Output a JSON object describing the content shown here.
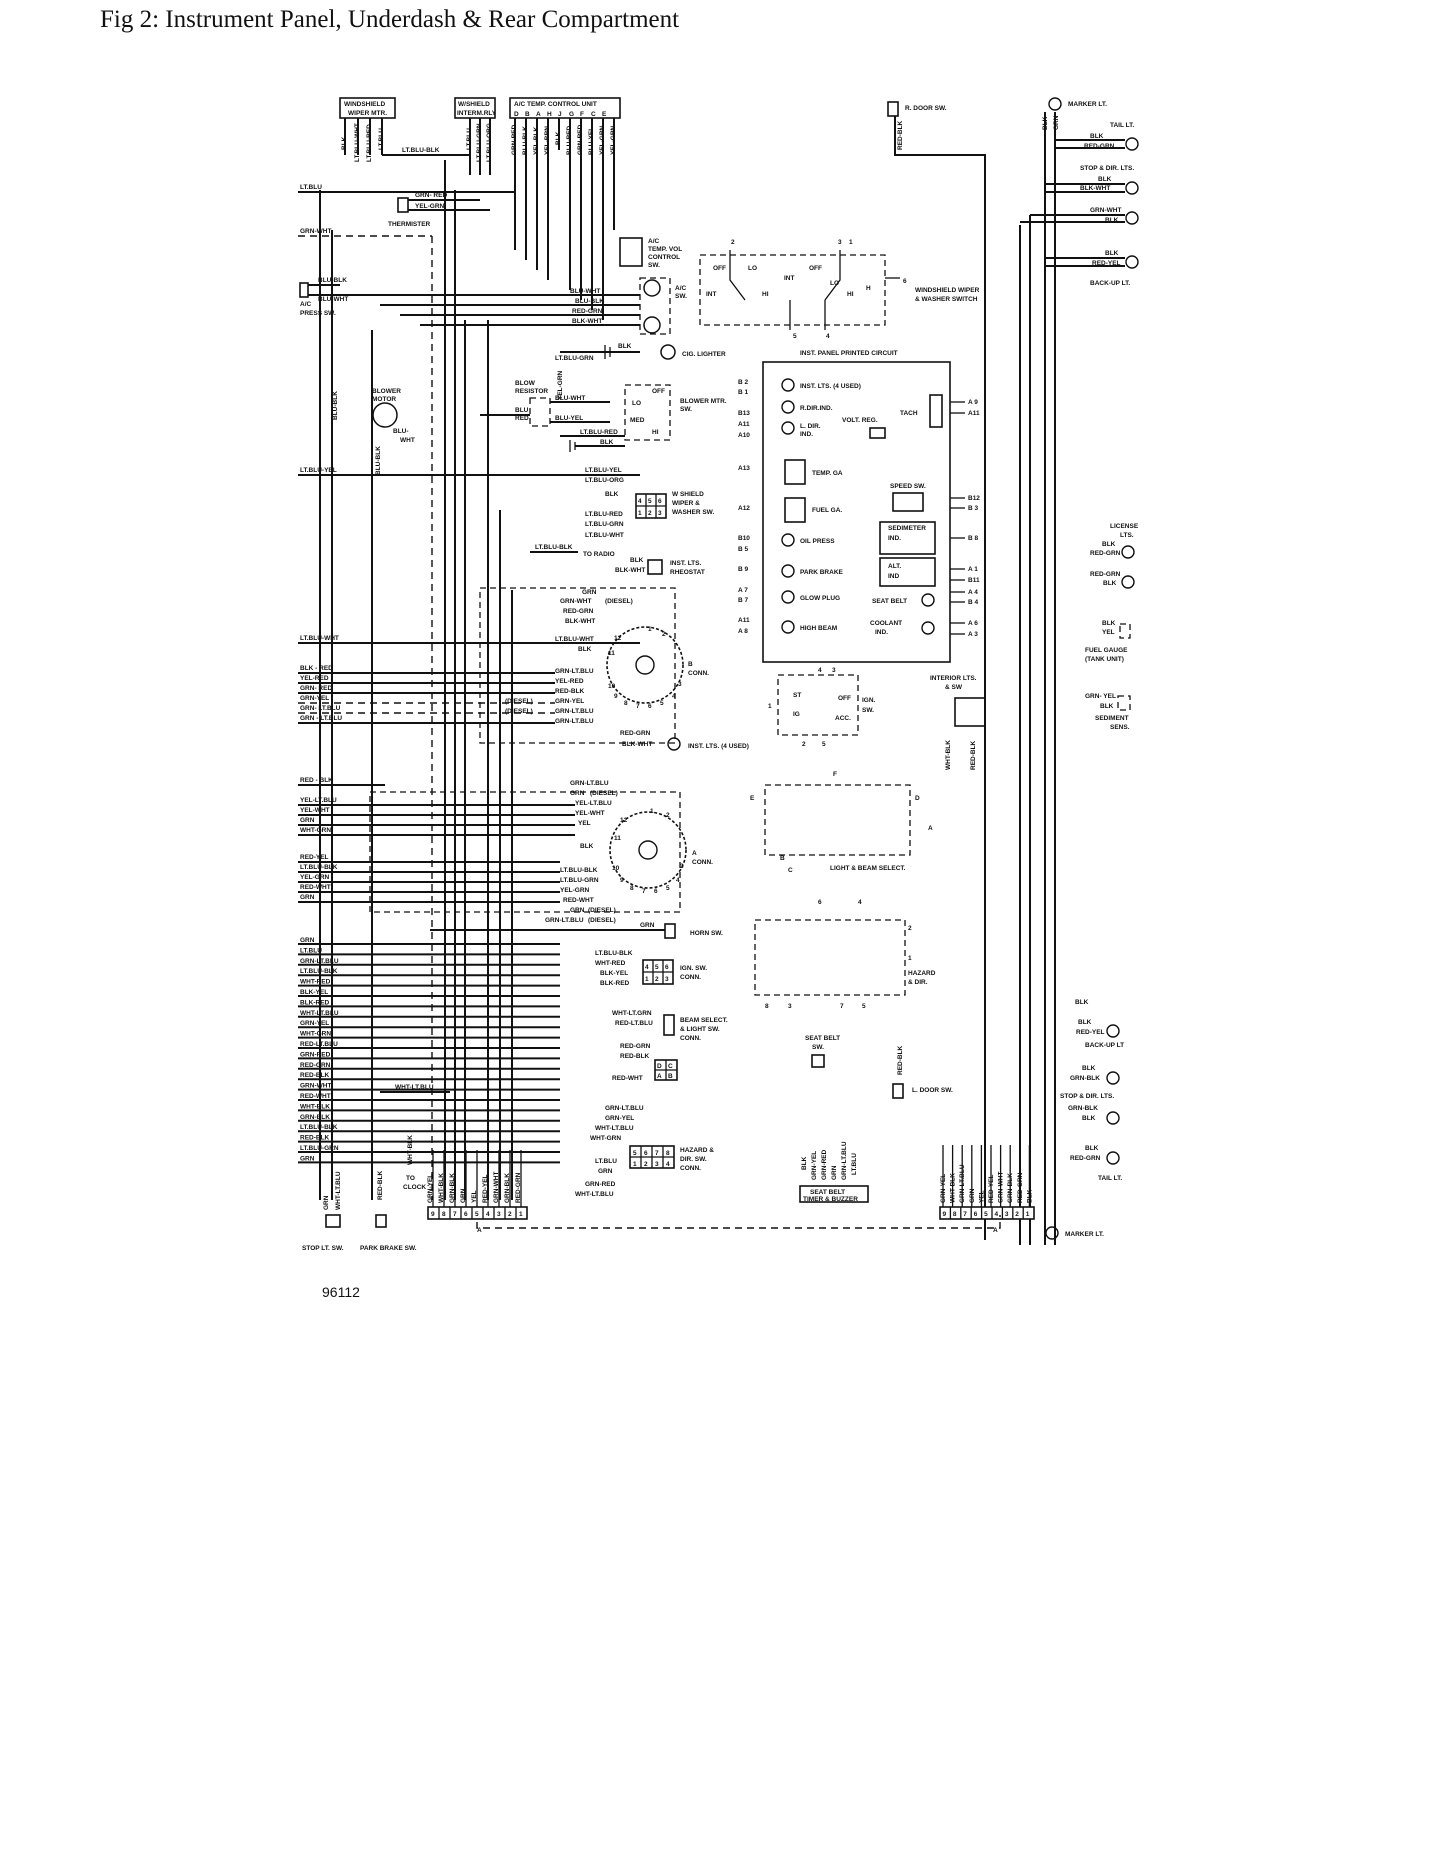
{
  "figure": {
    "title": "Fig 2: Instrument Panel, Underdash & Rear Compartment",
    "figure_id": "96112"
  },
  "components": {
    "windshield_wiper_mtr": [
      "WINDSHIELD",
      "WIPER MTR."
    ],
    "wshield_interm_rly": [
      "W/SHIELD",
      "INTERM.RLY"
    ],
    "ac_temp_control_unit": "A/C TEMP. CONTROL UNIT",
    "r_door_sw": "R. DOOR SW.",
    "marker_lt_top": "MARKER LT.",
    "tail_lt_top": "TAIL LT.",
    "stop_dir_lts_top": "STOP & DIR. LTS.",
    "back_up_lt_top": "BACK-UP LT.",
    "thermister": "THERMISTER",
    "ac_temp_vol_control_sw": [
      "A/C",
      "TEMP. VOL",
      "CONTROL",
      "SW."
    ],
    "ac_sw": [
      "A/C",
      "SW."
    ],
    "ac_press_sw": [
      "A/C",
      "PRESS SW."
    ],
    "windshield_wiper_washer_switch": [
      "WINDSHIELD WIPER",
      "& WASHER SWITCH"
    ],
    "cig_lighter": "CIG. LIGHTER",
    "inst_panel_printed_circuit": "INST. PANEL PRINTED CIRCUIT",
    "blower_motor": [
      "BLOWER",
      "MOTOR"
    ],
    "blow_resistor": [
      "BLOW",
      "RESISTOR"
    ],
    "blower_mtr_sw": [
      "BLOWER MTR.",
      "SW."
    ],
    "w_shield_wiper_washer_sw": [
      "W SHIELD",
      "WIPER &",
      "WASHER SW."
    ],
    "to_radio": "TO RADIO",
    "inst_lts_rheostat": [
      "INST. LTS.",
      "RHEOSTAT"
    ],
    "b_conn": [
      "B",
      "CONN."
    ],
    "inst_lts_4_used": "INST. LTS. (4 USED)",
    "ign_sw": [
      "IGN.",
      "SW."
    ],
    "interior_lts_sw": [
      "INTERIOR LTS.",
      "& SW"
    ],
    "fuel_gauge_tank_unit": [
      "FUEL GAUGE",
      "(TANK UNIT)"
    ],
    "sediment_sens": [
      "SEDIMENT",
      "SENS."
    ],
    "license_lts": [
      "LICENSE",
      "LTS."
    ],
    "light_beam_select": "LIGHT & BEAM SELECT.",
    "a_conn": [
      "A",
      "CONN."
    ],
    "horn_sw": "HORN SW.",
    "hazard_dir": [
      "HAZARD",
      "& DIR."
    ],
    "ign_sw_conn": [
      "IGN. SW.",
      "CONN."
    ],
    "beam_select_light_sw_conn": [
      "BEAM SELECT.",
      "& LIGHT SW.",
      "CONN."
    ],
    "seat_belt_sw": [
      "SEAT BELT",
      "SW."
    ],
    "l_door_sw": "L. DOOR SW.",
    "back_up_lt_bottom": "BACK-UP LT",
    "stop_dir_lts_bottom": "STOP & DIR. LTS.",
    "hazard_dir_sw_conn": [
      "HAZARD &",
      "DIR. SW.",
      "CONN."
    ],
    "to_clock": [
      "TO",
      "CLOCK"
    ],
    "seat_belt_timer_buzzer": [
      "SEAT BELT",
      "TIMER & BUZZER"
    ],
    "tail_lt_bottom": "TAIL LT.",
    "marker_lt_bottom": "MARKER LT.",
    "stop_lt_sw": "STOP LT. SW.",
    "park_brake_sw": "PARK BRAKE SW."
  },
  "cluster": {
    "inst_lts_4_used": "INST. LTS. (4 USED)",
    "r_dir_ind": "R.DIR.IND.",
    "l_dir_ind": [
      "L. DIR.",
      "IND."
    ],
    "volt_reg": "VOLT. REG.",
    "tach": "TACH",
    "temp_ga": "TEMP. GA",
    "fuel_ga": "FUEL GA.",
    "speed_sw": "SPEED SW.",
    "sedimeter_ind": [
      "SEDIMETER",
      "IND."
    ],
    "oil_press": "OIL PRESS",
    "park_brake": "PARK BRAKE",
    "alt_ind": [
      "ALT.",
      "IND"
    ],
    "glow_plug": "GLOW PLUG",
    "seat_belt": "SEAT BELT",
    "high_beam": "HIGH BEAM",
    "coolant_ind": [
      "COOLANT",
      "IND."
    ],
    "pins_left": [
      "B 2",
      "B 1",
      "B13",
      "A11",
      "A10",
      "A13",
      "A12",
      "B10",
      "B 5",
      "B 9",
      "A 7",
      "B 7",
      "A11",
      "A 8"
    ],
    "pins_right": [
      "A 9",
      "A11",
      "B12",
      "B 3",
      "B 8",
      "A 1",
      "B11",
      "A 4",
      "B 4",
      "A 6",
      "A 3"
    ]
  },
  "switch_terminals": {
    "wiper": {
      "t2": "2",
      "t3": "3",
      "t1": "1",
      "t5": "5",
      "t4": "4",
      "t6": "6",
      "off1": "OFF",
      "lo1": "LO",
      "int1": "INT",
      "hi1": "HI",
      "int2": "INT",
      "off2": "OFF",
      "lo2": "LO",
      "hi2": "HI",
      "h": "H"
    },
    "blower": {
      "off": "OFF",
      "lo": "LO",
      "med": "MED",
      "hi": "HI"
    },
    "ign": {
      "st": "ST",
      "ig": "IG",
      "off": "OFF",
      "acc": "ACC.",
      "t1": "1",
      "t2": "2",
      "t3": "3",
      "t4": "4",
      "t5": "5"
    },
    "light": {
      "e": "E",
      "f": "F",
      "d": "D",
      "b": "B",
      "a": "A",
      "c": "C"
    },
    "hazard": {
      "t6": "6",
      "t4": "4",
      "t2": "2",
      "t1": "1",
      "t8": "8",
      "t3": "3",
      "t7": "7",
      "t5": "5"
    },
    "ac_pins": [
      "D",
      "B",
      "A",
      "H",
      "J",
      "G",
      "F",
      "C",
      "E"
    ]
  },
  "connectors": {
    "wiper_sw_conn": [
      "4",
      "5",
      "6",
      "1",
      "2",
      "3"
    ],
    "ign_sw_conn": [
      "4",
      "5",
      "6",
      "1",
      "2",
      "3"
    ],
    "beam_conn": [
      "D",
      "C",
      "A",
      "B"
    ],
    "hazard_conn": [
      "5",
      "6",
      "7",
      "8",
      "1",
      "2",
      "3",
      "4"
    ],
    "bottom_left": [
      "9",
      "8",
      "7",
      "6",
      "5",
      "4",
      "3",
      "2",
      "1"
    ],
    "bottom_right": [
      "9",
      "8",
      "7",
      "6",
      "5",
      "4",
      "3",
      "2",
      "1"
    ],
    "b_conn_pins": [
      "12",
      "11",
      "10",
      "9",
      "8",
      "7",
      "6",
      "5",
      "4",
      "3",
      "2",
      "1"
    ],
    "a_conn_pins": [
      "12",
      "11",
      "10",
      "9",
      "8",
      "7",
      "6",
      "5",
      "4",
      "3",
      "2",
      "1"
    ],
    "side_a": "A",
    "side_a2": "A"
  },
  "wires": {
    "top_wiper": [
      "BLK",
      "LT.BLU-WHT",
      "LT.BLU-RED",
      "LT.BLU"
    ],
    "top_interm": [
      "LT.BLU",
      "LT.BLU-GRN",
      "LT.BLU-ORG"
    ],
    "top_ac": [
      "GRN-RED",
      "BLU-BLK",
      "YEL-BLK",
      "YEL-BRN",
      "BLK",
      "BLU-RED",
      "GRN-RED",
      "BLU-YEL",
      "YEL-GRN",
      "YEL-GRN"
    ],
    "lt_blu_blk_top": "LT.BLU-BLK",
    "lt_blu_left": "LT.BLU",
    "grn_red_therm": "GRN- RED",
    "yel_grn_therm": "YEL-GRN",
    "grn_wht_left": "GRN-WHT",
    "blu_blk_press": "BLU-BLK",
    "blu_wht_press": "BLU-WHT",
    "blu_wht_ac": "BLU-WHT",
    "blu_blk_ac": "BLU-BLK",
    "red_grn_ac": "RED-GRN",
    "blk_wht_ac": "BLK-WHT",
    "blk_cig": "BLK",
    "lt_blu_grn_cig": "LT.BLU-GRN",
    "yel_grn_vert": "YEL-GRN",
    "blu_blk_vert1": "BLU-BLK",
    "blu_blk_vert2": "BLU-BLK",
    "blu_wht_blower": "BLU-WHT",
    "blu_red_blower": [
      "BLU",
      "RED"
    ],
    "blu_yel_blower": "BLU-YEL",
    "blu_wht2_blower": [
      "BLU-",
      "WHT"
    ],
    "lt_blu_red_blower": "LT.BLU-RED",
    "blk_blower": "BLK",
    "lt_blu_yel_left": "LT.BLU-YEL",
    "wiper_sw": [
      "LT.BLU-YEL",
      "LT.BLU-ORG",
      "BLK",
      "LT.BLU-RED",
      "LT.BLU-GRN",
      "LT.BLU-WHT"
    ],
    "lt_blu_blk_radio": "LT.BLU-BLK",
    "rheostat": [
      "BLK",
      "BLK-WHT"
    ],
    "b_conn_wires": [
      "GRN",
      "GRN-WHT",
      "(DIESEL)",
      "RED-GRN",
      "BLK-WHT"
    ],
    "lt_blu_wht_left": "LT.BLU-WHT",
    "b_conn_inner": [
      "LT.BLU-WHT",
      "BLK",
      "GRN-LT.BLU",
      "YEL-RED",
      "RED-BLK",
      "(DIESEL)",
      "GRN-YEL",
      "(DIESEL)",
      "GRN-LT.BLU",
      "GRN-LT.BLU"
    ],
    "left_group_b": [
      "BLK - RED",
      "YEL-RED",
      "GRN- RED",
      "GRN-YEL",
      "GRN- LT.BLU",
      "GRN - LT.BLU"
    ],
    "inst_lts_wires": [
      "RED-GRN",
      "BLK-WHT"
    ],
    "red_blk_left": "RED - BLK",
    "a_conn_top": [
      "GRN-LT.BLU",
      "GRN",
      "(DIESEL)",
      "YEL-LT.BLU",
      "YEL-WHT",
      "YEL"
    ],
    "left_group_a1": [
      "YEL-LT.BLU",
      "YEL-WHT",
      "GRN",
      "WHT-GRN"
    ],
    "a_conn_inner": [
      "BLK",
      "LT.BLU-BLK",
      "LT.BLU-GRN",
      "YEL-GRN",
      "RED-WHT",
      "GRN",
      "(DIESEL)",
      "GRN-LT.BLU",
      "(DIESEL)"
    ],
    "left_group_a2": [
      "RED-YEL",
      "LT.BLU-BLK",
      "YEL-GRN",
      "RED-WHT",
      "GRN"
    ],
    "horn_grn": "GRN",
    "left_group_c": [
      "GRN",
      "LT.BLU",
      "GRN-LT.BLU",
      "LT.BLU-BLK",
      "WHT-RED",
      "BLK-YEL",
      "BLK-RED",
      "WHT-LT.BLU",
      "GRN-YEL",
      "WHT-GRN",
      "RED-LT.BLU",
      "GRN-RED",
      "RED-GRN",
      "RED-BLK",
      "GRN-WHT",
      "RED-WHT",
      "WHT-BLK",
      "GRN-BLK",
      "LT.BLU-BLK",
      "RED-BLK",
      "LT.BLU-GRN",
      "GRN"
    ],
    "ign_conn_wires": [
      "LT.BLU-BLK",
      "WHT-RED",
      "BLK-YEL",
      "BLK-RED"
    ],
    "beam_wires": [
      "WHT-LT.GRN",
      "RED-LT.BLU",
      "RED-GRN",
      "RED-BLK",
      "RED-WHT"
    ],
    "wht_lt_blu_mid": "WHT-LT.BLU",
    "hazard_wires": [
      "GRN-LT.BLU",
      "GRN-YEL",
      "WHT-LT.BLU",
      "WHT-GRN",
      "LT.BLU",
      "GRN",
      "GRN-RED",
      "WHT-LT.BLU"
    ],
    "wht_blk_vert": "WHT-BLK",
    "bottom_left_conn": [
      "GRN-YEL",
      "WHT-BLK",
      "GRN-BLK",
      "GRN",
      "YEL",
      "RED-YEL",
      "GRN-WHT",
      "GRN-BLK",
      "RED-GRN"
    ],
    "stop_lt_wires": [
      "GRN",
      "WHT-LT.BLU"
    ],
    "park_brake_wire": "RED-BLK",
    "r_door_wire": "RED-BLK",
    "top_right_vert": [
      "BLK",
      "GRN"
    ],
    "tail_top": [
      "BLK",
      "RED-GRN"
    ],
    "stop_top": [
      "BLK",
      "BLK-WHT"
    ],
    "grn_wht_top": [
      "GRN-WHT",
      "BLK"
    ],
    "backup_top": [
      "BLK",
      "RED-YEL"
    ],
    "license": [
      "BLK",
      "RED-GRN",
      "RED-GRN",
      "BLK"
    ],
    "fuel_gauge": [
      "BLK",
      "YEL"
    ],
    "sediment": [
      "GRN- YEL",
      "BLK"
    ],
    "interior": [
      "WHT-BLK",
      "RED-BLK"
    ],
    "l_door_wire": "RED-BLK",
    "seat_belt_conn": [
      "BLK",
      "GRN-YEL",
      "GRN-RED",
      "GRN",
      "GRN-LT.BLU",
      "LT.BLU"
    ],
    "right_group_top": [
      "BLK",
      "BLK",
      "RED-YEL"
    ],
    "right_group_mid": [
      "BLK",
      "GRN-BLK",
      "GRN-BLK",
      "BLK"
    ],
    "right_group_bot": [
      "BLK",
      "RED-GRN"
    ],
    "bottom_right_conn": [
      "GRN-YEL",
      "WHT-BLK",
      "GRN-LT.BLU",
      "GRN",
      "YEL",
      "RED-YEL",
      "GRN-WHT",
      "GRN-BLK",
      "RED-GRN",
      "BLK"
    ]
  }
}
